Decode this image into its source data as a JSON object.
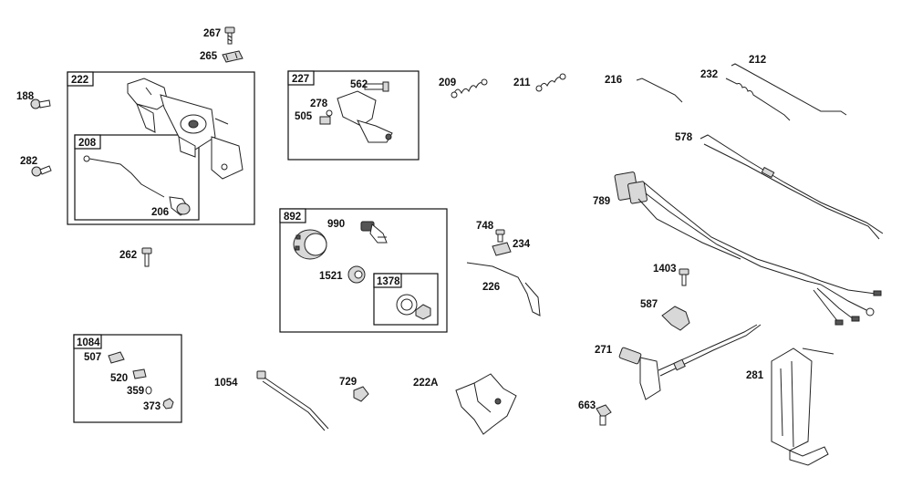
{
  "boxes": {
    "b222": "222",
    "b208": "208",
    "b227": "227",
    "b892": "892",
    "b1378": "1378",
    "b1084": "1084"
  },
  "labels": {
    "p267": "267",
    "p265": "265",
    "p188": "188",
    "p282": "282",
    "p206": "206",
    "p262": "262",
    "p562": "562",
    "p278": "278",
    "p505": "505",
    "p209": "209",
    "p211": "211",
    "p216": "216",
    "p232": "232",
    "p212": "212",
    "p578": "578",
    "p789": "789",
    "p990": "990",
    "p1521": "1521",
    "p748": "748",
    "p234": "234",
    "p226": "226",
    "p1403": "1403",
    "p587": "587",
    "p271": "271",
    "p281": "281",
    "p663": "663",
    "p507": "507",
    "p520": "520",
    "p359": "359",
    "p373": "373",
    "p1054": "1054",
    "p729": "729",
    "p222A": "222A"
  }
}
